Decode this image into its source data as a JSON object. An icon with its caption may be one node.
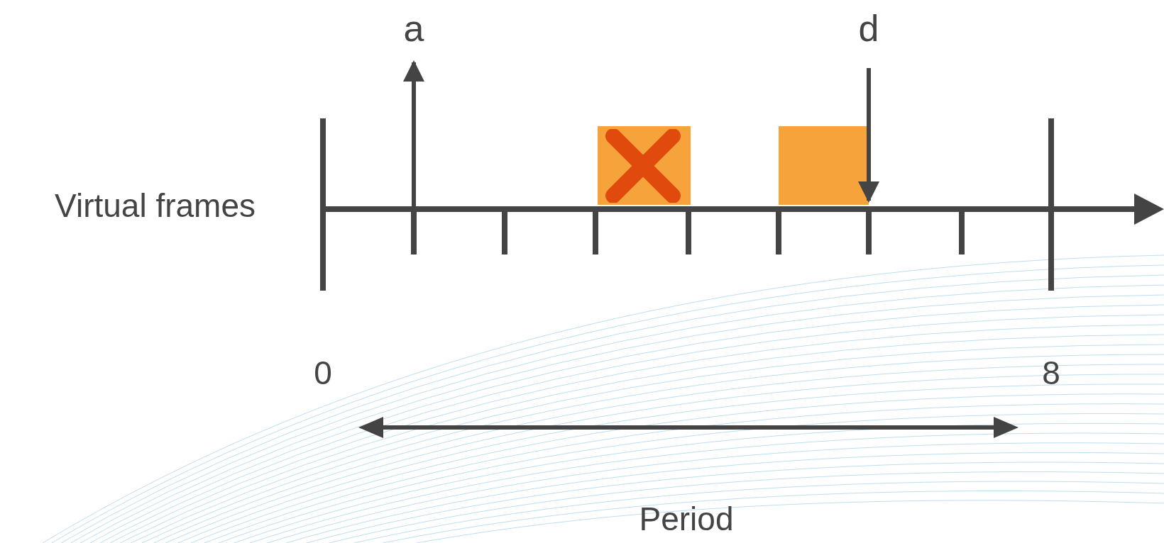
{
  "diagram": {
    "nodes": [
      {
        "text": [
          "a"
        ]
      },
      {
        "text": [],
        "shape": "box"
      },
      {
        "text": [],
        "shape": "box"
      },
      {
        "text": [
          "d"
        ]
      }
    ],
    "edges": [
      {
        "from": null,
        "to": 0,
        "arrow": "to"
      },
      {
        "from": 3,
        "to": 2,
        "arrow": "to"
      }
    ],
    "labels": [
      "Virtual frames",
      "0",
      "8",
      "Period"
    ]
  }
}
